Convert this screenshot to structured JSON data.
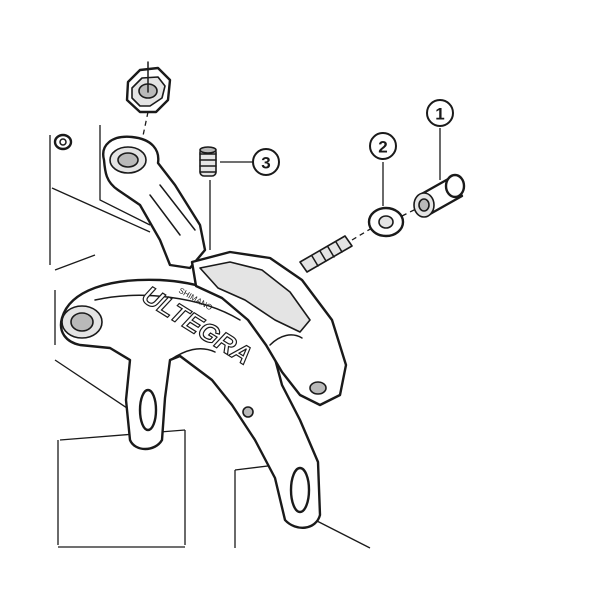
{
  "diagram": {
    "brand_text": "ULTEGRA",
    "maker_text": "SHIMANO",
    "callouts": [
      {
        "id": "1",
        "label": "1"
      },
      {
        "id": "2",
        "label": "2"
      },
      {
        "id": "3",
        "label": "3"
      }
    ]
  }
}
